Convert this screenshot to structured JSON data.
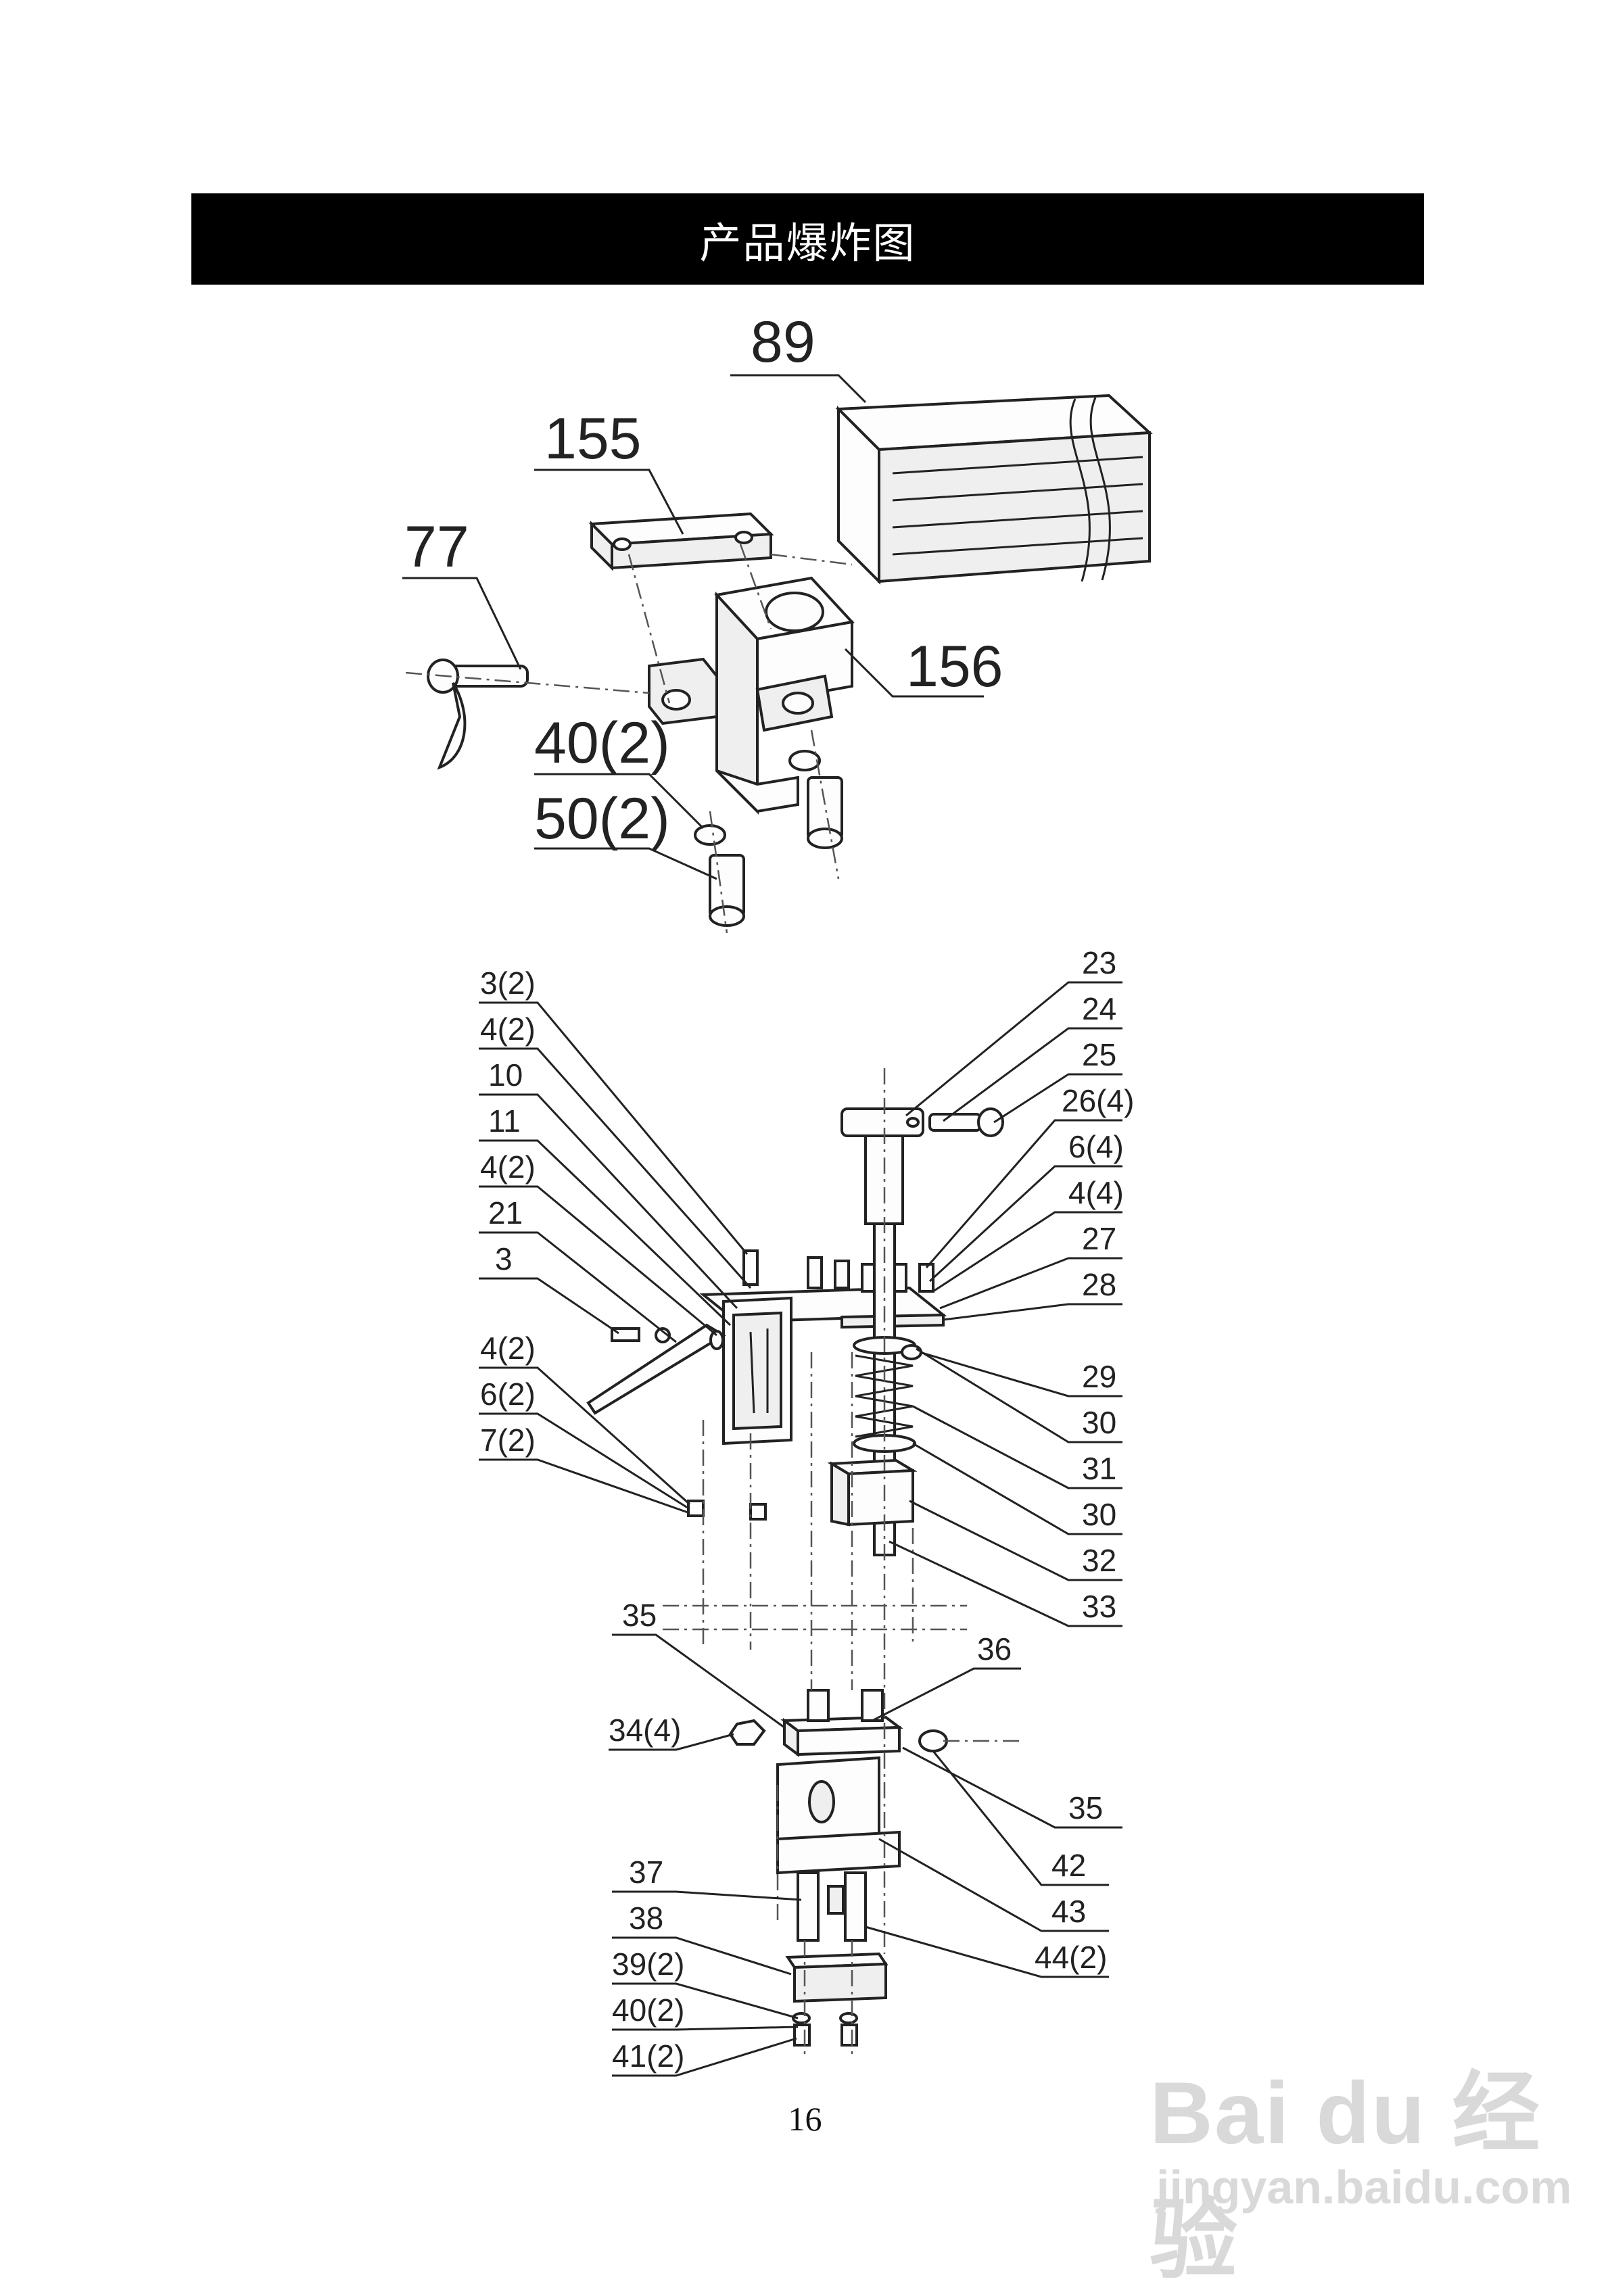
{
  "title": "产品爆炸图",
  "page_number": "16",
  "watermark": {
    "brand": "Bai du 经验",
    "url": "jingyan.baidu.com"
  },
  "top_diagram": {
    "labels": [
      "89",
      "155",
      "77",
      "156",
      "40(2)",
      "50(2)"
    ]
  },
  "bottom_diagram": {
    "left_labels": [
      "3(2)",
      "4(2)",
      "10",
      "11",
      "4(2)",
      "21",
      "3",
      "4(2)",
      "6(2)",
      "7(2)",
      "35",
      "34(4)",
      "37",
      "38",
      "39(2)",
      "40(2)",
      "41(2)"
    ],
    "right_labels": [
      "23",
      "24",
      "25",
      "26(4)",
      "6(4)",
      "4(4)",
      "27",
      "28",
      "29",
      "30",
      "31",
      "30",
      "32",
      "33",
      "36",
      "35",
      "42",
      "43",
      "44(2)"
    ]
  }
}
